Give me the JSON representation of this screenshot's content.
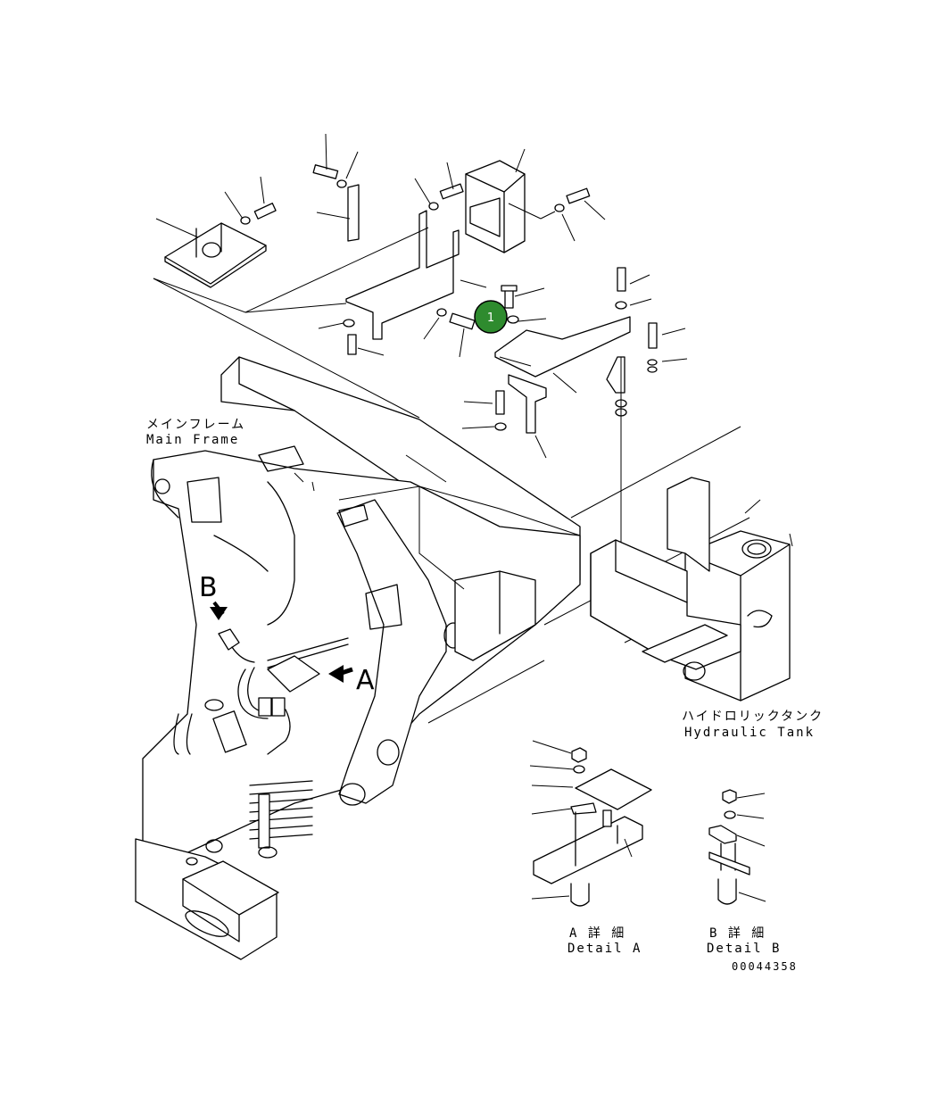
{
  "labels": {
    "main_frame_jp": "メインフレーム",
    "main_frame_en": "Main Frame",
    "hydraulic_tank_jp": "ハイドロリックタンク",
    "hydraulic_tank_en": "Hydraulic Tank",
    "detail_a_jp": "A 詳 細",
    "detail_a_en": "Detail A",
    "detail_b_jp": "B 詳 細",
    "detail_b_en": "Detail B",
    "view_a": "A",
    "view_b": "B",
    "drawing_number": "00044358"
  },
  "callout": {
    "number": "1",
    "color": "#2e8b2e"
  }
}
